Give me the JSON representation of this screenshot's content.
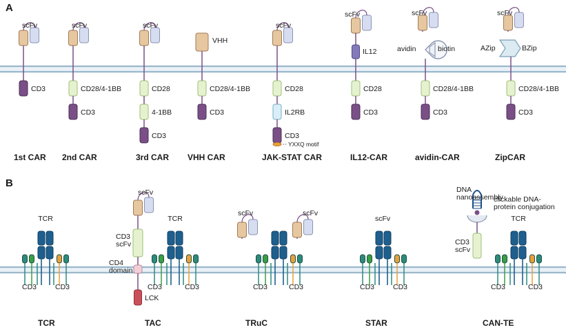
{
  "panel_a": {
    "letter": "A",
    "constructs": [
      {
        "title": "1st CAR",
        "labels": {
          "binder": "scFv",
          "cd3": "CD3"
        }
      },
      {
        "title": "2nd CAR",
        "labels": {
          "binder": "scFv",
          "costim": "CD28/4-1BB",
          "cd3": "CD3"
        }
      },
      {
        "title": "3rd CAR",
        "labels": {
          "binder": "scFv",
          "costim1": "CD28",
          "costim2": "4-1BB",
          "cd3": "CD3"
        }
      },
      {
        "title": "VHH CAR",
        "labels": {
          "binder": "VHH",
          "costim": "CD28/4-1BB",
          "cd3": "CD3"
        }
      },
      {
        "title": "JAK-STAT CAR",
        "labels": {
          "binder": "scFv",
          "costim": "CD28",
          "il2rb": "IL2RB",
          "cd3": "CD3",
          "motif": "YXXQ motif"
        }
      },
      {
        "title": "IL12-CAR",
        "labels": {
          "binder": "scFv",
          "il12": "IL12",
          "costim": "CD28",
          "cd3": "CD3"
        }
      },
      {
        "title": "avidin-CAR",
        "labels": {
          "binder": "scFv",
          "avidin": "avidin",
          "biotin": "biotin",
          "costim": "CD28/4-1BB",
          "cd3": "CD3"
        }
      },
      {
        "title": "ZipCAR",
        "labels": {
          "binder": "scFv",
          "azip": "AZip",
          "bzip": "BZip",
          "costim": "CD28/4-1BB",
          "cd3": "CD3"
        }
      }
    ]
  },
  "panel_b": {
    "letter": "B",
    "constructs": [
      {
        "title": "TCR",
        "labels": {
          "tcr": "TCR",
          "cd3_left": "CD3",
          "cd3_right": "CD3"
        }
      },
      {
        "title": "TAC",
        "labels": {
          "binder": "scFv",
          "cd3_scfv": "CD3\nscFv",
          "cd4": "CD4\ndomain",
          "lck": "LCK",
          "tcr": "TCR",
          "cd3_left": "CD3",
          "cd3_right": "CD3"
        }
      },
      {
        "title": "TRuC",
        "labels": {
          "binder_left": "scFv",
          "binder_right": "scFv",
          "cd3_left": "CD3",
          "cd3_right": "CD3"
        }
      },
      {
        "title": "STAR",
        "labels": {
          "binder": "scFv",
          "cd3": "CD3"
        }
      },
      {
        "title": "CAN-TE",
        "labels": {
          "dna": "DNA\nnanoassembly",
          "click": "clickable DNA-\nprotein conjugation",
          "cd3_scfv": "CD3\nscFv",
          "tcr": "TCR",
          "cd3_left": "CD3",
          "cd3_right": "CD3"
        }
      }
    ]
  },
  "colors": {
    "tan": "#e6c7a0",
    "lavender": "#d7ddf0",
    "purple": "#7a4f87",
    "lightgreen": "#e6f2cf",
    "lightblue": "#d9eef6",
    "il12": "#8479b9",
    "tcr": "#1e5f8e",
    "teal": "#2c8a7b",
    "green": "#3a9e44",
    "orange": "#e8a13a",
    "membrane": "#9bb7cc",
    "pink": "#f1cfd9",
    "red": "#c9505a"
  }
}
